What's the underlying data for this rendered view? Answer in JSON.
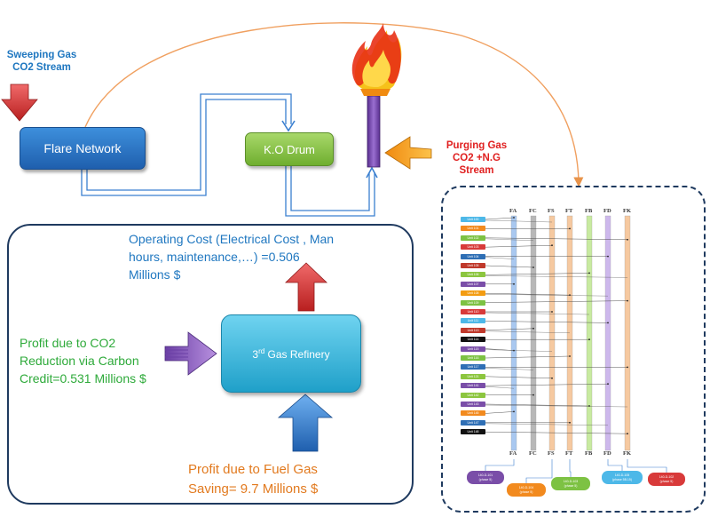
{
  "labels": {
    "sweeping_gas": [
      "Sweeping Gas",
      "CO2 Stream"
    ],
    "purging_gas": [
      "Purging Gas",
      "CO2 +N.G",
      "Stream"
    ],
    "operating_cost": [
      "Operating Cost (Electrical Cost , Man",
      "hours, maintenance,…) =0.506",
      "Millions $"
    ],
    "profit_co2": [
      "Profit due to CO2",
      "Reduction via Carbon",
      "Credit=0.531 Millions $"
    ],
    "profit_fuel": [
      "Profit due to Fuel Gas",
      "Saving= 9.7 Millions $"
    ]
  },
  "boxes": {
    "flare_network": "Flare Network",
    "ko_drum": "K.O Drum",
    "refinery_base": "3",
    "refinery_sup": "rd",
    "refinery_rest": " Gas Refinery"
  },
  "inset": {
    "columns_top": [
      "FA",
      "FC",
      "FS",
      "FT",
      "FB",
      "FD",
      "FK"
    ],
    "columns_bottom": [
      "FA",
      "FC",
      "FS",
      "FT",
      "FB",
      "FD",
      "FK"
    ],
    "units": [
      {
        "label": "Unit 100",
        "color": "#4db8e8"
      },
      {
        "label": "Unit 101",
        "color": "#f28a1e"
      },
      {
        "label": "Unit 102",
        "color": "#7dc243"
      },
      {
        "label": "Unit 103",
        "color": "#d83a3a"
      },
      {
        "label": "Unit 104",
        "color": "#2f6fb5"
      },
      {
        "label": "Unit 105",
        "color": "#c0392b"
      },
      {
        "label": "Unit 106",
        "color": "#8cc63f"
      },
      {
        "label": "Unit 107",
        "color": "#7a4ea8"
      },
      {
        "label": "Unit 108",
        "color": "#f39c12"
      },
      {
        "label": "Unit 109",
        "color": "#7dc243"
      },
      {
        "label": "Unit 110",
        "color": "#d83a3a"
      },
      {
        "label": "Unit 111",
        "color": "#4db8e8"
      },
      {
        "label": "Unit 113",
        "color": "#c0392b"
      },
      {
        "label": "Unit 114",
        "color": "#111111"
      },
      {
        "label": "Unit 115",
        "color": "#7a4ea8"
      },
      {
        "label": "Unit 116",
        "color": "#7dc243"
      },
      {
        "label": "Unit 117",
        "color": "#2f6fb5"
      },
      {
        "label": "Unit 121",
        "color": "#8cc63f"
      },
      {
        "label": "Unit 141",
        "color": "#7a4ea8"
      },
      {
        "label": "Unit 142",
        "color": "#8cc63f"
      },
      {
        "label": "Unit 143",
        "color": "#7a4ea8"
      },
      {
        "label": "Unit 145",
        "color": "#f28a1e"
      },
      {
        "label": "Unit 147",
        "color": "#2f6fb5"
      },
      {
        "label": "Unit 148",
        "color": "#111111"
      }
    ],
    "pills": [
      {
        "line1": "140-D-101",
        "line2": "(phase 5)",
        "color": "#7a4ea8"
      },
      {
        "line1": "140-D-104",
        "line2": "(phase 5)",
        "color": "#f28a1e"
      },
      {
        "line1": "140-D-103",
        "line2": "(phase 5)",
        "color": "#7dc243"
      },
      {
        "line1": "140-D-105",
        "line2": "(phase 5B.15)",
        "color": "#4db8e8"
      },
      {
        "line1": "140-D-102",
        "line2": "(phase 5)",
        "color": "#d83a3a"
      }
    ]
  },
  "colors": {
    "flare_box": "#2a76c8",
    "ko_box": "#8cc63f",
    "refinery_box": "#3bb8e0",
    "pipe": "#3a7fd0",
    "curve": "#f0a060",
    "stack": "#6a3fa0",
    "arrow_red": "#d83a3a",
    "arrow_purple": "#8a5cc0",
    "arrow_blue": "#3a7fd0",
    "arrow_orange": "#f39c12"
  }
}
